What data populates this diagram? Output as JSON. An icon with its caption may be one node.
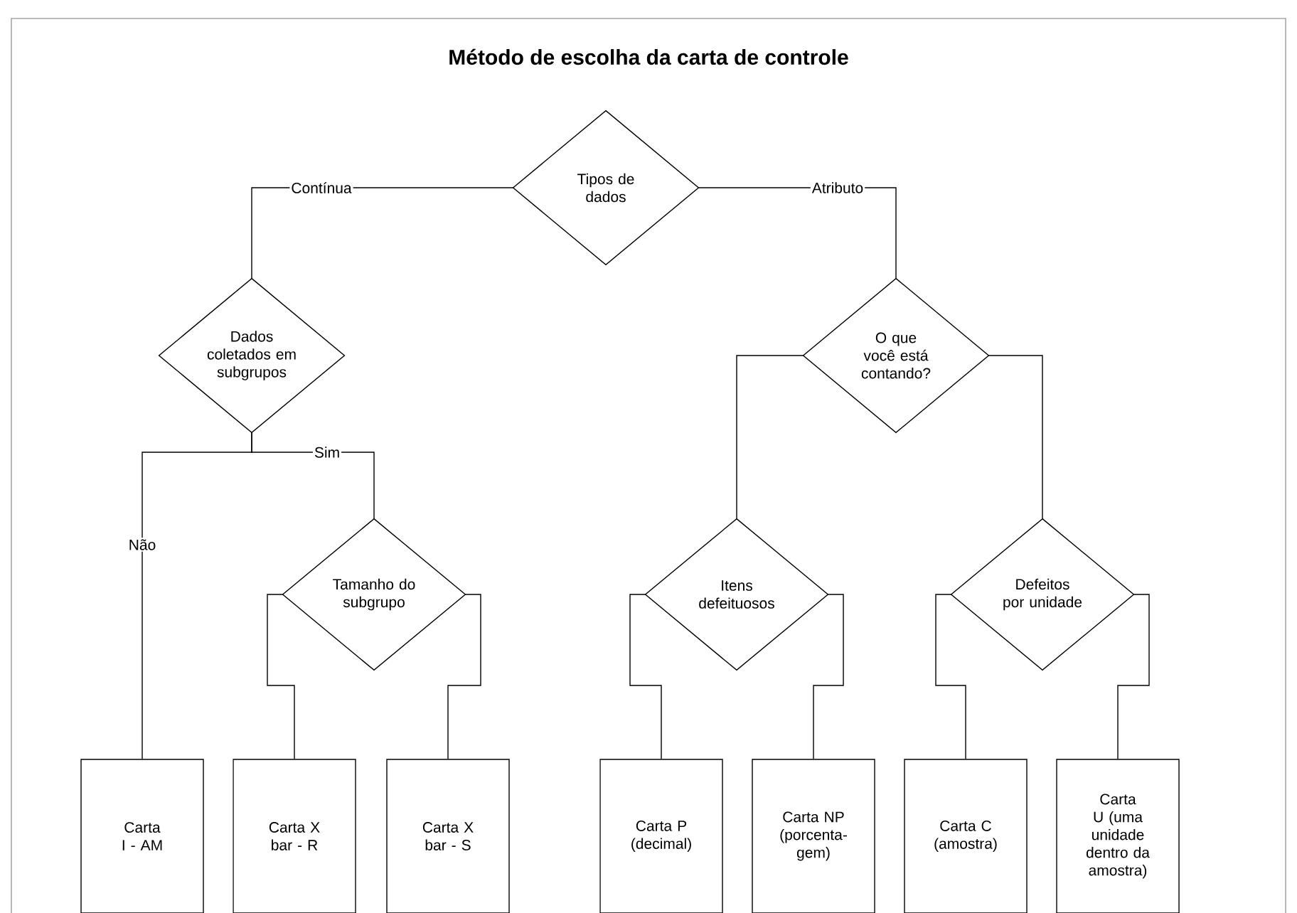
{
  "diagram": {
    "title": "Método de escolha da carta de controle",
    "nodes": [
      {
        "text": [
          "Tipos de dados"
        ]
      },
      {
        "text": [
          "Dados coletados em subgrupos"
        ]
      },
      {
        "text": [
          "O que você está contando?"
        ]
      },
      {
        "text": [
          "Tamanho do subgrupo"
        ]
      },
      {
        "text": [
          "Itens defeituosos"
        ]
      },
      {
        "text": [
          "Defeitos por unidade"
        ]
      },
      {
        "text": [
          "Carta I - AM"
        ]
      },
      {
        "text": [
          "Carta X bar - R"
        ]
      },
      {
        "text": [
          "Carta X bar - S"
        ]
      },
      {
        "text": [
          "Carta P (decimal)"
        ]
      },
      {
        "text": [
          "Carta NP (porcenta- gem)"
        ]
      },
      {
        "text": [
          "Carta C (amostra)"
        ]
      },
      {
        "text": [
          "Carta U (uma unidade dentro da amostra)"
        ]
      }
    ],
    "edges": [
      {
        "from": 0,
        "to": 1,
        "arrow": "none",
        "label": "Contínua"
      },
      {
        "from": 0,
        "to": 2,
        "arrow": "none",
        "label": "Atributo"
      },
      {
        "from": 1,
        "to": 6,
        "arrow": "none",
        "label": "Não"
      },
      {
        "from": 1,
        "to": 3,
        "arrow": "none",
        "label": "Sim"
      },
      {
        "from": 2,
        "to": 4,
        "arrow": "none"
      },
      {
        "from": 2,
        "to": 5,
        "arrow": "none"
      },
      {
        "from": 3,
        "to": 7,
        "arrow": "none"
      },
      {
        "from": 3,
        "to": 8,
        "arrow": "none"
      },
      {
        "from": 4,
        "to": 9,
        "arrow": "none"
      },
      {
        "from": 4,
        "to": 10,
        "arrow": "none"
      },
      {
        "from": 5,
        "to": 11,
        "arrow": "none"
      },
      {
        "from": 5,
        "to": 12,
        "arrow": "none"
      }
    ]
  }
}
